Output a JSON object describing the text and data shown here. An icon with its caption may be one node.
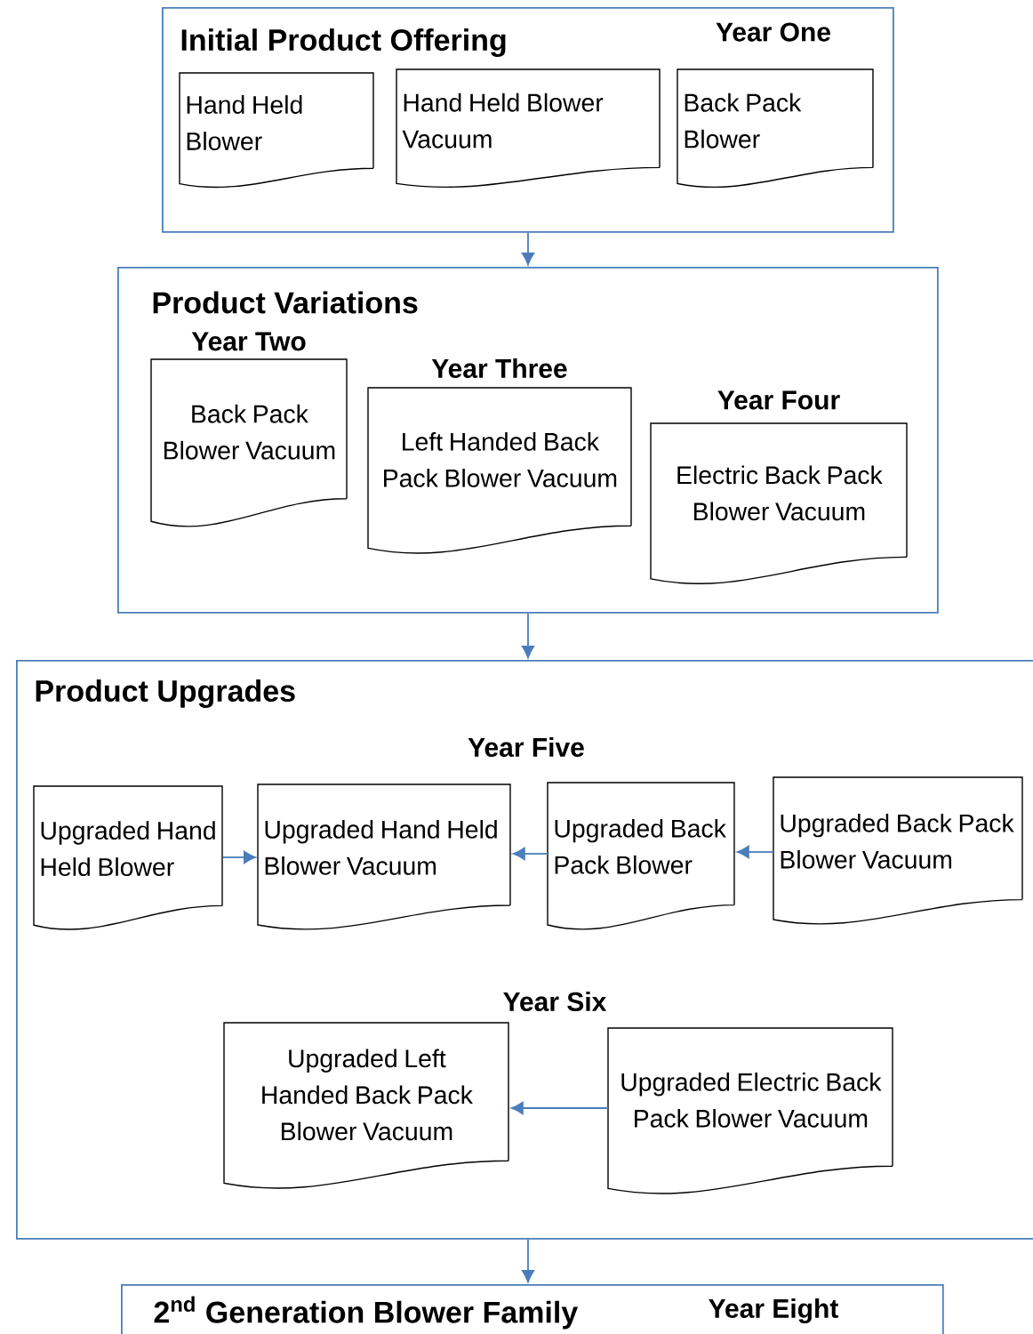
{
  "diagram": {
    "nodes": [
      {
        "text": [
          "Initial Product Offering",
          "Year One"
        ]
      },
      {
        "text": [
          "Hand Held Blower"
        ],
        "in": 0
      },
      {
        "text": [
          "Hand Held Blower Vacuum"
        ],
        "in": 0
      },
      {
        "text": [
          "Back Pack Blower"
        ],
        "in": 0
      },
      {
        "text": [
          "Product Variations"
        ]
      },
      {
        "text": [
          "Back Pack Blower Vacuum"
        ],
        "beside": [
          "Year Two"
        ],
        "in": 4
      },
      {
        "text": [
          "Left Handed Back Pack Blower Vacuum"
        ],
        "beside": [
          "Year Three"
        ],
        "in": 4
      },
      {
        "text": [
          "Electric Back Pack Blower Vacuum"
        ],
        "beside": [
          "Year Four"
        ],
        "in": 4
      },
      {
        "text": [
          "Product Upgrades"
        ]
      },
      {
        "text": [
          "Upgraded Hand Held Blower"
        ],
        "in": 8
      },
      {
        "text": [
          "Upgraded Hand Held Blower Vacuum"
        ],
        "in": 8
      },
      {
        "text": [
          "Upgraded Back Pack Blower"
        ],
        "in": 8
      },
      {
        "text": [
          "Upgraded Back Pack Blower Vacuum"
        ],
        "in": 8
      },
      {
        "text": [
          "Upgraded Left Handed Back Pack Blower Vacuum"
        ],
        "in": 8
      },
      {
        "text": [
          "Upgraded Electric Back Pack Blower Vacuum"
        ],
        "in": 8
      },
      {
        "text": [
          "2$^{nd}$ Generation Blower Family",
          "Year Eight"
        ]
      }
    ],
    "edges": [
      {
        "from": 0,
        "to": 4,
        "arrow": "to"
      },
      {
        "from": 4,
        "to": 8,
        "arrow": "to"
      },
      {
        "from": 9,
        "to": 10,
        "arrow": "to"
      },
      {
        "from": 11,
        "to": 10,
        "arrow": "to"
      },
      {
        "from": 12,
        "to": 11,
        "arrow": "to"
      },
      {
        "from": 14,
        "to": 13,
        "arrow": "to"
      },
      {
        "from": 8,
        "to": 15,
        "arrow": "to"
      }
    ],
    "labels": [
      "Year Five",
      "Year Six"
    ]
  }
}
